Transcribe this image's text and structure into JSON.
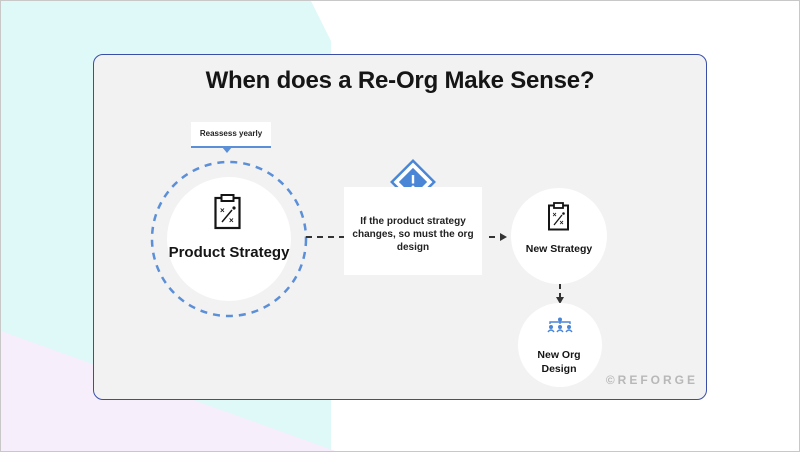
{
  "diagram": {
    "title": "When does a Re-Org Make Sense?",
    "reassess_tag": "Reassess yearly",
    "product_strategy": "Product Strategy",
    "condition_text": "If the product strategy changes, so must the org design",
    "new_strategy": "New Strategy",
    "new_org_design": "New Org Design",
    "watermark": "©REFORGE",
    "colors": {
      "accent_blue": "#5b8fd8",
      "card_border": "#3a4ea8",
      "card_bg": "#f2f2f2",
      "text_dark": "#151515"
    }
  }
}
